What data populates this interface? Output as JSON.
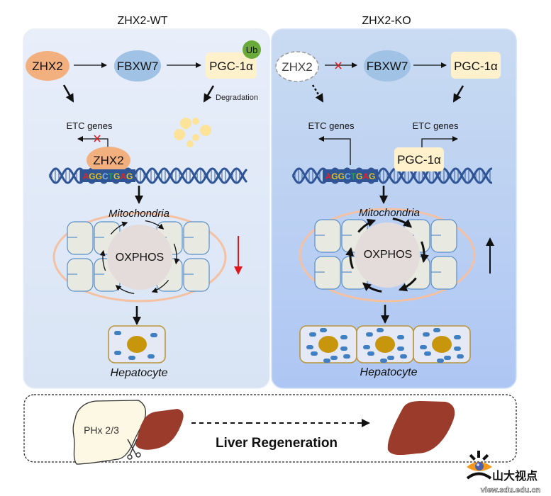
{
  "panels": {
    "wt": {
      "title": "ZHX2-WT",
      "zhx2": "ZHX2",
      "fbxw7": "FBXW7",
      "pgc": "PGC-1α",
      "ub": "Ub",
      "degradation": "Degradation",
      "etc_genes": "ETC genes",
      "bound_zhx2": "ZHX2",
      "dna_motif": [
        "A",
        "G",
        "G",
        "C",
        "T",
        "G",
        "A",
        "G"
      ],
      "mitochondria": "Mitochondria",
      "oxphos": "OXPHOS",
      "oxphos_trend": "down",
      "hepatocyte": "Hepatocyte",
      "hepatocyte_count": 1
    },
    "ko": {
      "title": "ZHX2-KO",
      "zhx2": "ZHX2",
      "fbxw7": "FBXW7",
      "pgc": "PGC-1α",
      "etc_genes_left": "ETC genes",
      "etc_genes_right": "ETC genes",
      "bound_pgc": "PGC-1α",
      "dna_motif": [
        "A",
        "G",
        "G",
        "C",
        "T",
        "G",
        "A",
        "G"
      ],
      "mitochondria": "Mitochondria",
      "oxphos": "OXPHOS",
      "oxphos_trend": "up",
      "hepatocyte": "Hepatocyte",
      "hepatocyte_count": 3
    }
  },
  "bottom": {
    "phx_label": "PHx 2/3",
    "regeneration_label": "Liver Regeneration"
  },
  "watermark": {
    "chinese": "山大视点",
    "url": "view.sdu.edu.cn"
  },
  "colors": {
    "wt_bg": "#e1eaf7",
    "ko_bg": "#b9cff4",
    "zhx2": "#f2b07f",
    "fbxw7": "#9fc2e5",
    "pgc": "#fff1cc",
    "ub": "#6aaa3a",
    "dna": "#2f5597",
    "mito_outer": "#f4c1a2",
    "mito_inner": "#e8e9e0",
    "oxphos_core": "#e4dcda",
    "nucleus": "#c8960c",
    "liver": "#9b3b2b",
    "liver_cut": "#fdf8e4",
    "down_arrow": "#e0161c",
    "nt_colors": {
      "A": "#d8282c",
      "G": "#e6c21a",
      "C": "#7cb7e6",
      "T": "#22a24a"
    }
  }
}
